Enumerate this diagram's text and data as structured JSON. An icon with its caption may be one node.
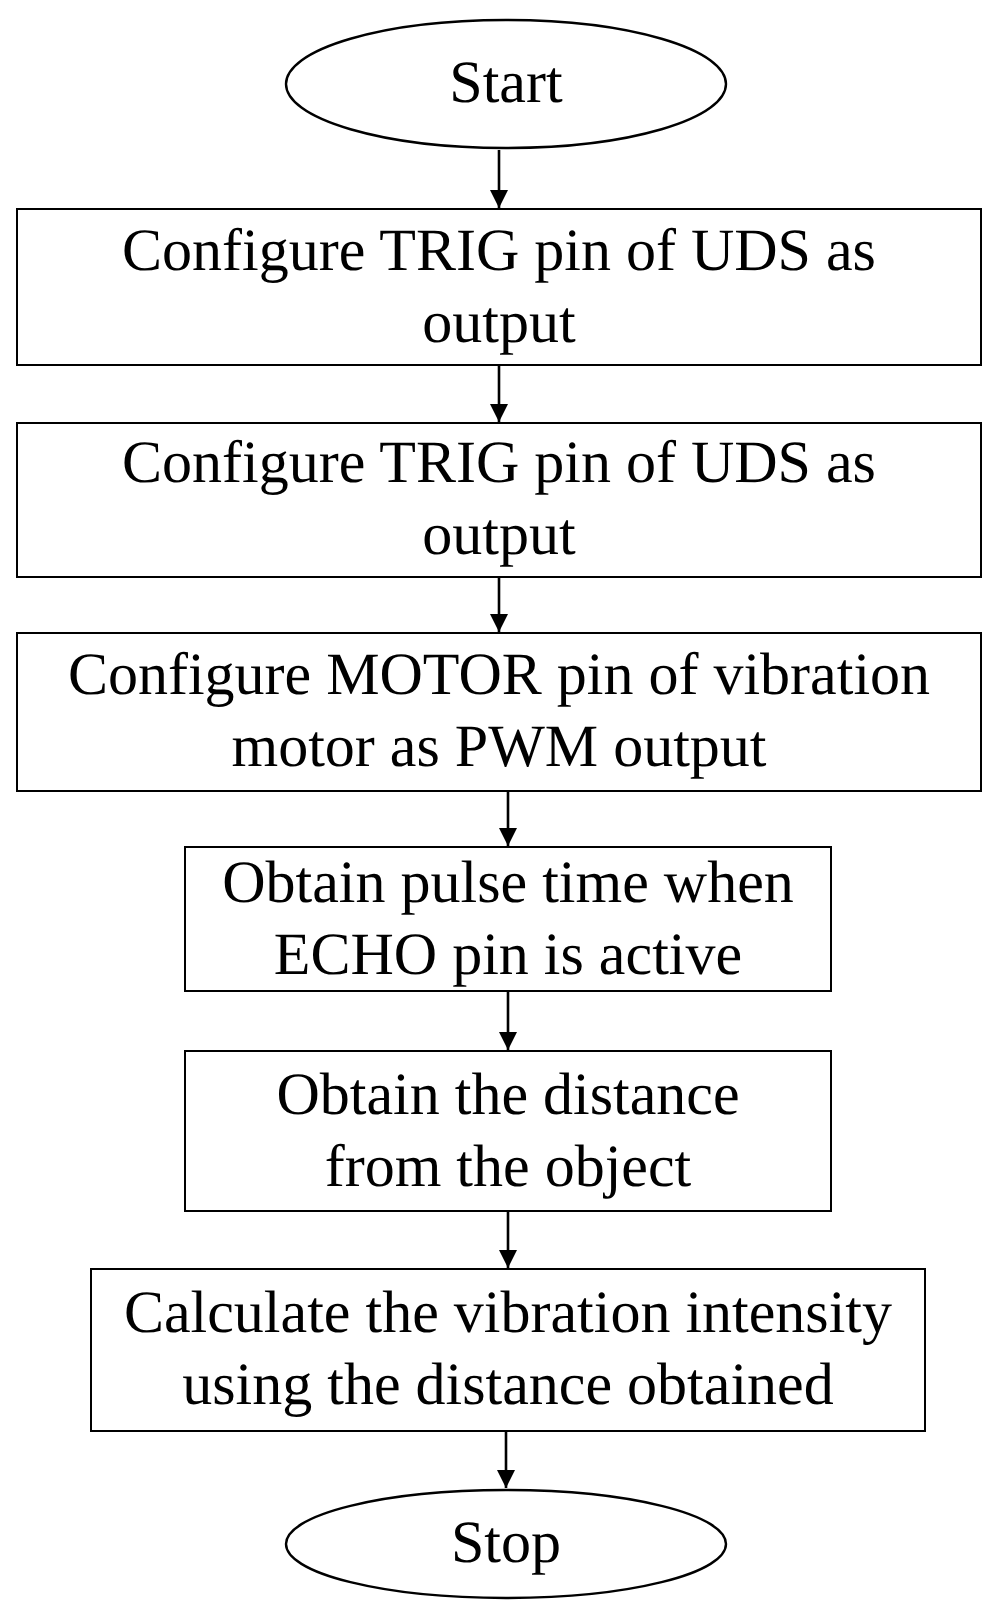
{
  "diagram": {
    "nodes": [
      {
        "text": [
          "Start"
        ]
      },
      {
        "text": [
          "Configure TRIG pin of UDS as output"
        ]
      },
      {
        "text": [
          "Configure TRIG pin of UDS as output"
        ]
      },
      {
        "text": [
          "Configure MOTOR pin of vibration motor as PWM output"
        ]
      },
      {
        "text": [
          "Obtain pulse time when ECHO pin is active"
        ]
      },
      {
        "text": [
          "Obtain the distance from the object"
        ]
      },
      {
        "text": [
          "Calculate the vibration intensity using the distance obtained"
        ]
      },
      {
        "text": [
          "Stop"
        ]
      }
    ],
    "edges": [
      {
        "from": 0,
        "to": 1,
        "arrow": "to"
      },
      {
        "from": 1,
        "to": 2,
        "arrow": "to"
      },
      {
        "from": 2,
        "to": 3,
        "arrow": "to"
      },
      {
        "from": 3,
        "to": 4,
        "arrow": "to"
      },
      {
        "from": 4,
        "to": 5,
        "arrow": "to"
      },
      {
        "from": 5,
        "to": 6,
        "arrow": "to"
      },
      {
        "from": 6,
        "to": 7,
        "arrow": "to"
      }
    ]
  }
}
